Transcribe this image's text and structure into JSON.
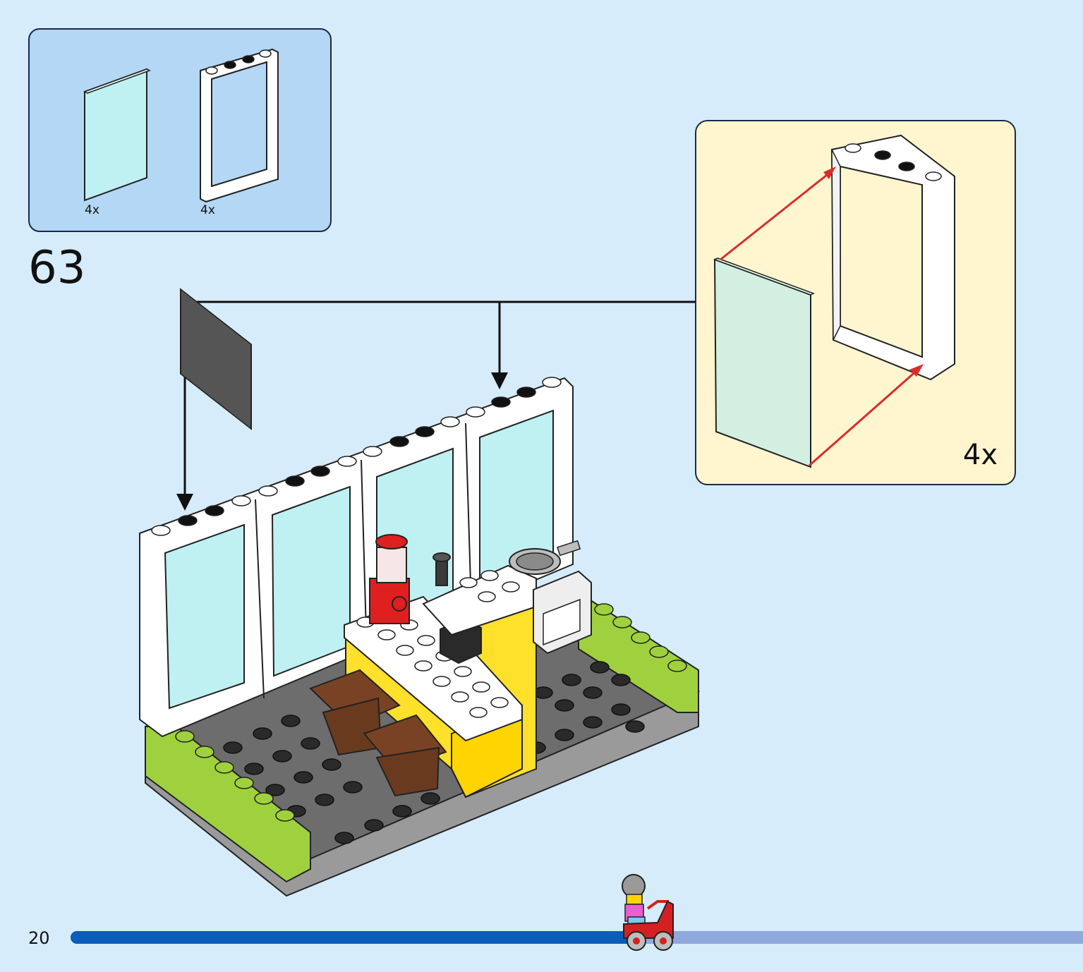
{
  "parts_list": {
    "items": [
      {
        "name": "glass-panel",
        "qty_label": "4x",
        "color": "#bff0f2"
      },
      {
        "name": "window-frame",
        "qty_label": "4x",
        "color": "#ffffff"
      }
    ]
  },
  "step": {
    "number": "63"
  },
  "callout": {
    "qty_label": "4x"
  },
  "footer": {
    "page_number": "20",
    "progress_fraction": 0.55
  },
  "colors": {
    "background": "#d6ecfb",
    "parts_box": "#b3d7f5",
    "callout_bg": "#fff5cf",
    "progress_done": "#0a5db8",
    "progress_remaining": "#8fa9dc",
    "arrow_red": "#d92c2c"
  }
}
